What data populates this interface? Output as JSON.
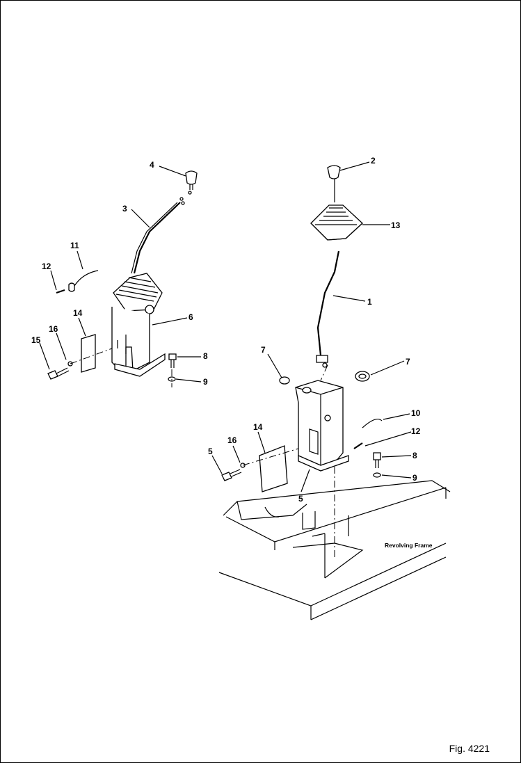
{
  "figure": {
    "number_label": "Fig. 4221"
  },
  "labels": {
    "revolving_frame": "Revolving Frame"
  },
  "callouts": {
    "left": [
      {
        "id": "c4",
        "text": "4"
      },
      {
        "id": "c3",
        "text": "3"
      },
      {
        "id": "c11",
        "text": "11"
      },
      {
        "id": "c12",
        "text": "12"
      },
      {
        "id": "c14",
        "text": "14"
      },
      {
        "id": "c16",
        "text": "16"
      },
      {
        "id": "c15",
        "text": "15"
      },
      {
        "id": "c6",
        "text": "6"
      },
      {
        "id": "c8",
        "text": "8"
      },
      {
        "id": "c9",
        "text": "9"
      }
    ],
    "right": [
      {
        "id": "r2",
        "text": "2"
      },
      {
        "id": "r13",
        "text": "13"
      },
      {
        "id": "r1",
        "text": "1"
      },
      {
        "id": "r7a",
        "text": "7"
      },
      {
        "id": "r7b",
        "text": "7"
      },
      {
        "id": "r10",
        "text": "10"
      },
      {
        "id": "r12",
        "text": "12"
      },
      {
        "id": "r14",
        "text": "14"
      },
      {
        "id": "r16",
        "text": "16"
      },
      {
        "id": "r15",
        "text": "5"
      },
      {
        "id": "r8",
        "text": "8"
      },
      {
        "id": "r9",
        "text": "9"
      },
      {
        "id": "r5",
        "text": "5"
      }
    ]
  }
}
